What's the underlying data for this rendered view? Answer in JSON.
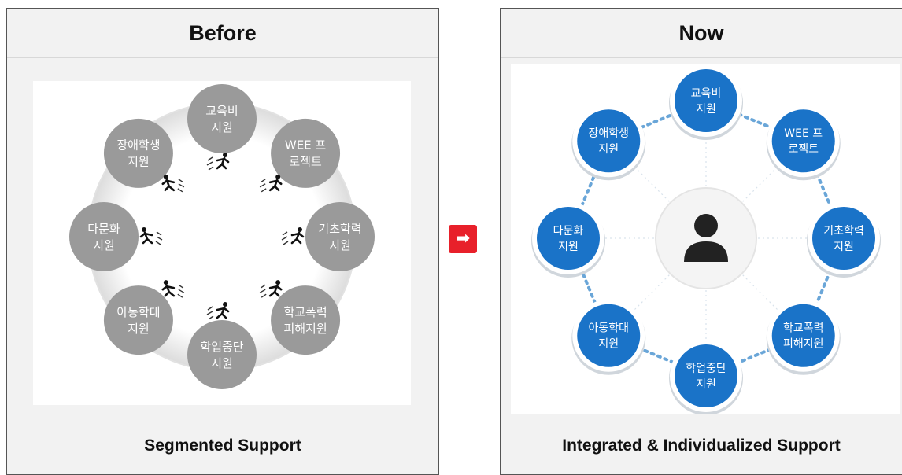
{
  "before": {
    "title": "Before",
    "caption": "Segmented Support",
    "nodes": [
      "교육비|지원",
      "WEE 프|로젝트",
      "기초학력|지원",
      "학교폭력|피해지원",
      "학업중단|지원",
      "아동학대|지원",
      "다문화|지원",
      "장애학생|지원"
    ]
  },
  "now": {
    "title": "Now",
    "caption": "Integrated & Individualized Support",
    "nodes": [
      "교육비|지원",
      "WEE 프|로젝트",
      "기초학력|지원",
      "학교폭력|피해지원",
      "학업중단|지원",
      "아동학대|지원",
      "다문화|지원",
      "장애학생|지원"
    ]
  },
  "arrow_icon": "right-arrow-icon",
  "colors": {
    "gray_node": "#9a9a9a",
    "blue_node": "#1a73c8",
    "arrow_red": "#e8202a"
  }
}
